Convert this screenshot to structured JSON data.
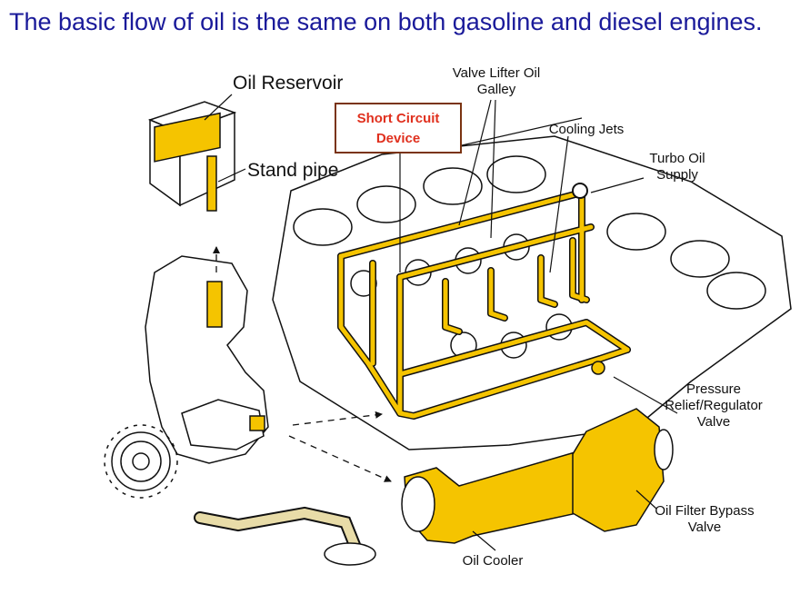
{
  "title": "The basic flow of oil is the same on both gasoline and diesel engines.",
  "labels": {
    "oil_reservoir": "Oil Reservoir",
    "stand_pipe": "Stand pipe",
    "short_circuit_line1": "Short Circuit",
    "short_circuit_line2": "Device",
    "valve_lifter_line1": "Valve Lifter Oil",
    "valve_lifter_line2": "Galley",
    "cooling_jets": "Cooling Jets",
    "turbo_line1": "Turbo Oil",
    "turbo_line2": "Supply",
    "pressure_line1": "Pressure",
    "pressure_line2": "Relief/Regulator",
    "pressure_line3": "Valve",
    "bypass_line1": "Oil Filter Bypass",
    "bypass_line2": "Valve",
    "oil_cooler": "Oil Cooler"
  },
  "colors": {
    "title": "#1a1a9a",
    "oil": "#f5c400",
    "callout_border": "#7a3311",
    "callout_text": "#e0301e",
    "pickup_tube": "#e8dca8",
    "line": "#111111"
  }
}
